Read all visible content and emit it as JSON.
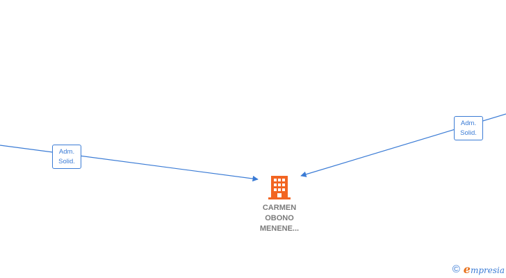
{
  "edges": [
    {
      "id": "left",
      "label_line1": "Adm.",
      "label_line2": "Solid."
    },
    {
      "id": "right",
      "label_line1": "Adm.",
      "label_line2": "Solid."
    }
  ],
  "node": {
    "name_line1": "CARMEN",
    "name_line2": "OBONO",
    "name_line3": "MENENE...",
    "icon": "building-icon",
    "icon_color": "#f26522"
  },
  "footer": {
    "copyright_symbol": "©",
    "brand_first_letter": "e",
    "brand_rest": "mpresia"
  },
  "colors": {
    "edge": "#3a7bd5",
    "node_text": "#7a7a7a",
    "brand_accent": "#e8711c"
  }
}
